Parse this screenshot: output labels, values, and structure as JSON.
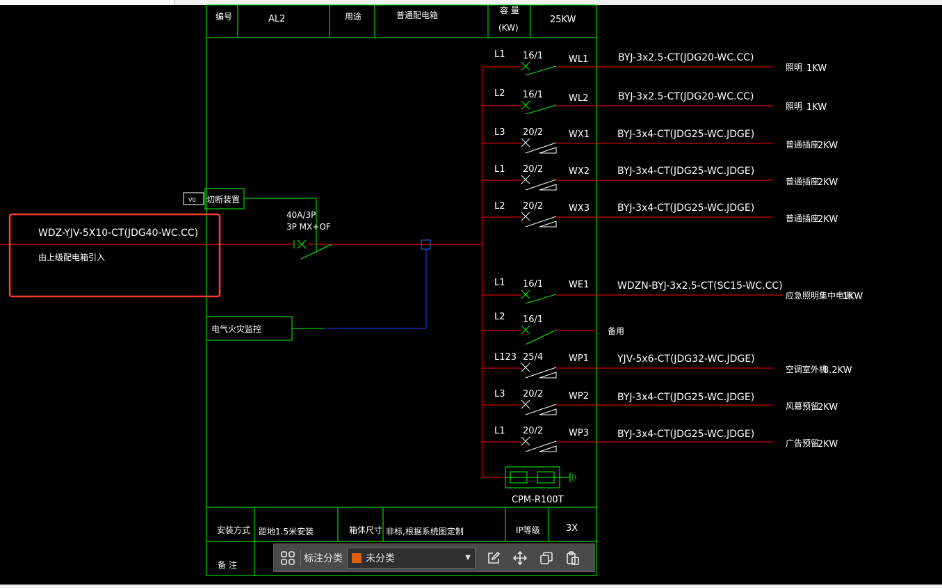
{
  "header": {
    "no_label": "编号",
    "no_value": "AL2",
    "use_label": "用途",
    "use_value": "普通配电箱",
    "cap_label_1": "容 量",
    "cap_label_2": "(KW)",
    "cap_value": "25KW"
  },
  "incoming": {
    "cable": "WDZ-YJV-5X10-CT(JDG40-WC.CC)",
    "source": "由上级配电箱引入",
    "breaker_1": "40A/3P",
    "breaker_2": "3P MX+OF",
    "switch_box_small": "V0",
    "switch_box_label": "切断装置",
    "fire_monitor": "电气火灾监控"
  },
  "circuits": [
    {
      "phase": "L1",
      "rating": "16/1",
      "id": "WL1",
      "cable": "BYJ-3x2.5-CT(JDG20-WC.CC)",
      "load": "照明",
      "power": "1KW"
    },
    {
      "phase": "L2",
      "rating": "16/1",
      "id": "WL2",
      "cable": "BYJ-3x2.5-CT(JDG20-WC.CC)",
      "load": "照明",
      "power": "1KW"
    },
    {
      "phase": "L3",
      "rating": "20/2",
      "id": "WX1",
      "cable": "BYJ-3x4-CT(JDG25-WC.JDGE)",
      "load": "普通插座",
      "power": "2KW"
    },
    {
      "phase": "L1",
      "rating": "20/2",
      "id": "WX2",
      "cable": "BYJ-3x4-CT(JDG25-WC.JDGE)",
      "load": "普通插座",
      "power": "2KW"
    },
    {
      "phase": "L2",
      "rating": "20/2",
      "id": "WX3",
      "cable": "BYJ-3x4-CT(JDG25-WC.JDGE)",
      "load": "普通插座",
      "power": "2KW"
    },
    {
      "phase": "L1",
      "rating": "16/1",
      "id": "WE1",
      "cable": "WDZN-BYJ-3x2.5-CT(SC15-WC.CC)",
      "load": "应急照明集中电源",
      "power": "1KW"
    },
    {
      "phase": "L2",
      "rating": "16/1",
      "id": "",
      "cable": "",
      "load": "备用",
      "power": ""
    },
    {
      "phase": "L123",
      "rating": "25/4",
      "id": "WP1",
      "cable": "YJV-5x6-CT(JDG32-WC.JDGE)",
      "load": "空调室外机",
      "power": "8.2KW"
    },
    {
      "phase": "L3",
      "rating": "20/2",
      "id": "WP2",
      "cable": "BYJ-3x4-CT(JDG25-WC.JDGE)",
      "load": "风幕预留",
      "power": "2KW"
    },
    {
      "phase": "L1",
      "rating": "20/2",
      "id": "WP3",
      "cable": "BYJ-3x4-CT(JDG25-WC.JDGE)",
      "load": "广告预留",
      "power": "2KW"
    }
  ],
  "spd": "CPM-R100T",
  "footer": {
    "install_label": "安装方式",
    "install_value": "距地1.5米安装",
    "size_label": "箱体尺寸",
    "size_value": "非标,根据系统图定制",
    "ip_label": "IP等级",
    "ip_value": "3X",
    "note_label": "备  注"
  },
  "toolbar": {
    "label": "标注分类",
    "selected": "未分类",
    "swatch_color": "#e0600a"
  },
  "colors": {
    "frame": "#00ff00",
    "bus": "#ff0000",
    "monitor_line": "#0000ff",
    "highlight": "#ff3b30"
  }
}
